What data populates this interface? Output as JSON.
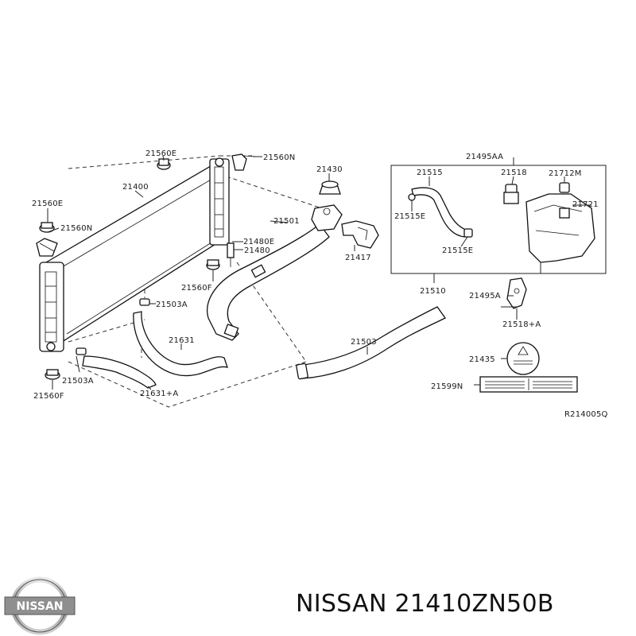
{
  "labels": {
    "p21560e_top": "21560E",
    "p21560n_top": "21560N",
    "p21400": "21400",
    "p21430": "21430",
    "p21560e": "21560E",
    "p21560n": "21560N",
    "p21501": "21501",
    "p21480e": "21480E",
    "p21480": "21480",
    "p21417": "21417",
    "p21560f_mid": "21560F",
    "p21503a_upper": "21503A",
    "p21631": "21631",
    "p21503a_lower": "21503A",
    "p21560f_bot": "21560F",
    "p21631a": "21631+A",
    "p21503": "21503",
    "p21495aa": "21495AA",
    "p21515": "21515",
    "p21518": "21518",
    "p21712m": "21712M",
    "p21721": "21721",
    "p21515e_left": "21515E",
    "p21515e_right": "21515E",
    "p21510": "21510",
    "p21495a": "21495A",
    "p21518a": "21518+A",
    "p21435": "21435",
    "p21599n": "21599N",
    "ref": "R214005Q"
  },
  "caption": "NISSAN 21410ZN50B",
  "logo_text": "NISSAN"
}
